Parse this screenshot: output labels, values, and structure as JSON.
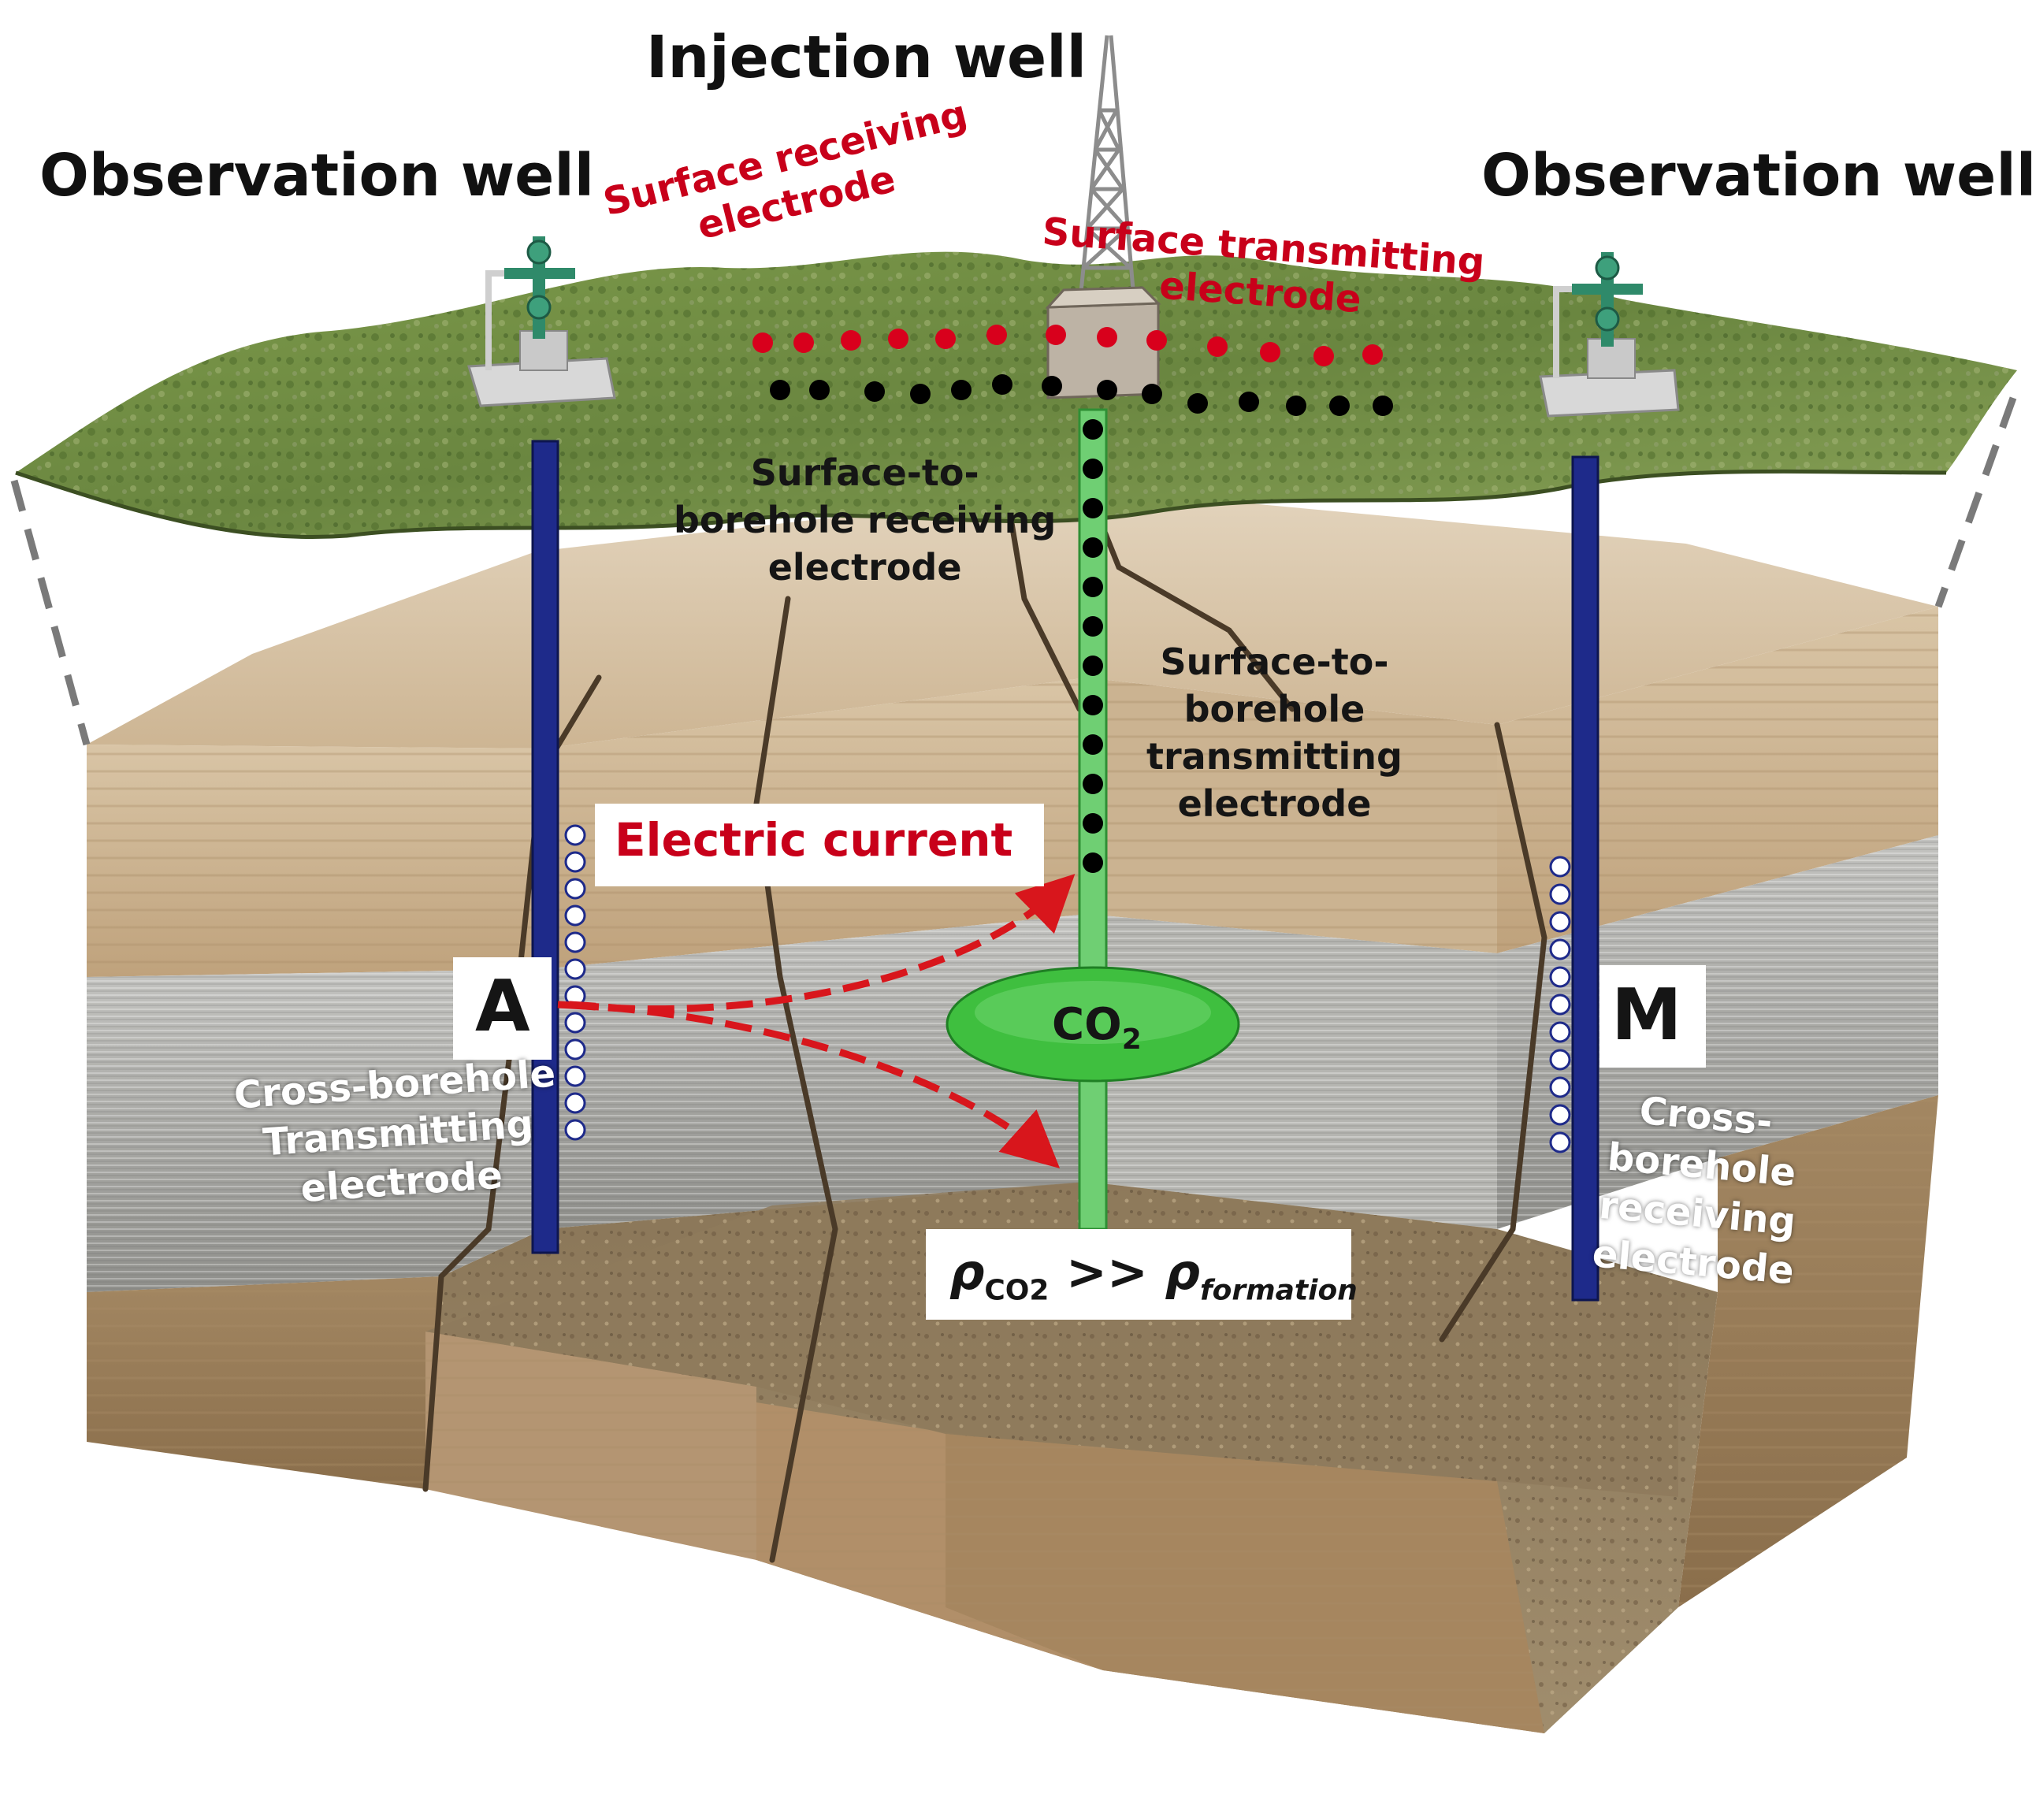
{
  "labels": {
    "injection_well": "Injection well",
    "observation_well_left": "Observation well",
    "observation_well_right": "Observation well",
    "surface_receiving_line1": "Surface receiving",
    "surface_receiving_line2": "electrode",
    "surface_transmitting_line1": "Surface transmitting",
    "surface_transmitting_line2": "electrode",
    "stb_receiving_line1": "Surface-to-",
    "stb_receiving_line2": "borehole receiving",
    "stb_receiving_line3": "electrode",
    "stb_transmitting_line1": "Surface-to-",
    "stb_transmitting_line2": "borehole",
    "stb_transmitting_line3": "transmitting",
    "stb_transmitting_line4": "electrode",
    "electric_current": "Electric current",
    "point_a": "A",
    "point_m": "M",
    "co2_main": "CO",
    "co2_sub": "2",
    "cb_transmitting_line1": "Cross-borehole",
    "cb_transmitting_line2": "Transmitting",
    "cb_transmitting_line3": "electrode",
    "cb_receiving_line1": "Cross-",
    "cb_receiving_line2": "borehole",
    "cb_receiving_line3": "receiving",
    "cb_receiving_line4": "electrode",
    "rho_symbol_1": "ρ",
    "rho_sub_1": "CO2",
    "rho_relation": " >> ",
    "rho_symbol_2": "ρ",
    "rho_sub_2": "formation"
  },
  "colors": {
    "electrode_red": "#d8001c",
    "electrode_black": "#000000",
    "well_blue": "#1e2a8a",
    "injection_green": "#5cc45c",
    "co2_plume": "#3fbf3f",
    "current_arrow": "#d8161c",
    "grass": "#6f8a3e",
    "sandstone": "#c9b08e",
    "shale": "#a7a7a5",
    "soil": "#8c7a5c"
  }
}
